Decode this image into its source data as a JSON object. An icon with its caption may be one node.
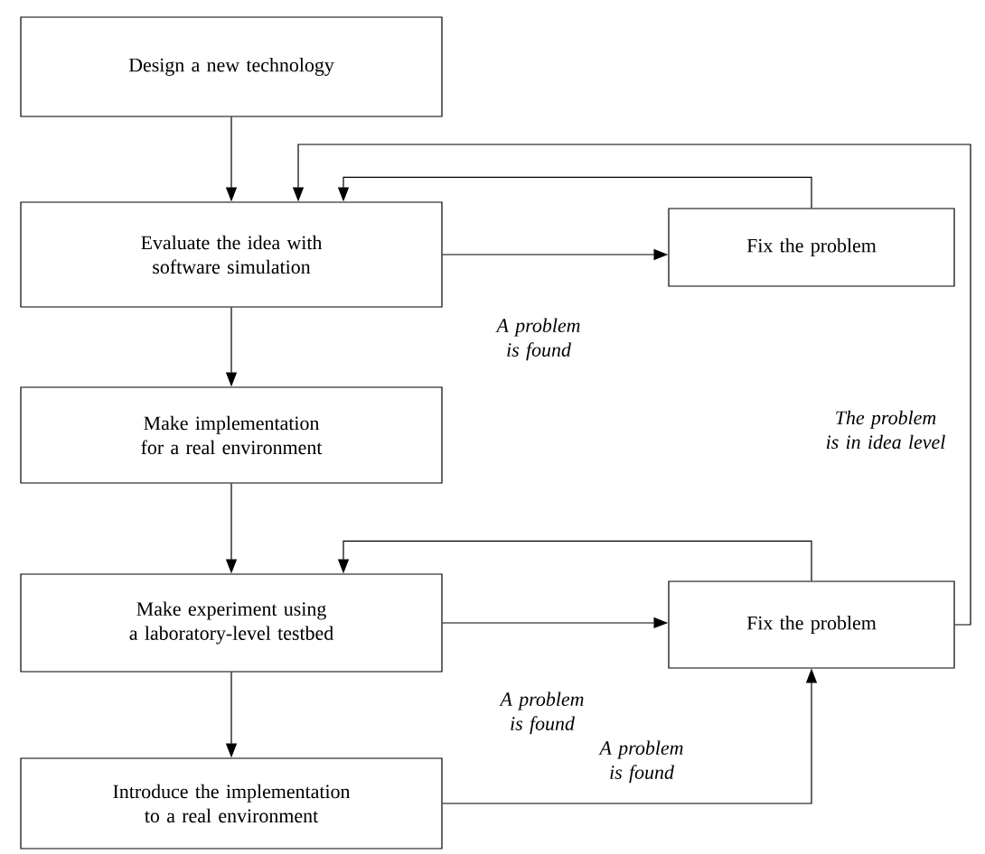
{
  "diagram": {
    "nodes": [
      {
        "text": [
          "Design a new technology"
        ]
      },
      {
        "text": [
          "Evaluate the idea with software simulation"
        ]
      },
      {
        "text": [
          "Make implementation for a real environment"
        ]
      },
      {
        "text": [
          "Make experiment using a laboratory-level testbed"
        ]
      },
      {
        "text": [
          "Introduce the implementation to a real environment"
        ]
      },
      {
        "text": [
          "Fix the problem"
        ]
      },
      {
        "text": [
          "Fix the problem"
        ]
      }
    ],
    "edges": [
      {
        "from": 0,
        "to": 1,
        "arrow": "to"
      },
      {
        "from": 1,
        "to": 2,
        "arrow": "to"
      },
      {
        "from": 2,
        "to": 3,
        "arrow": "to"
      },
      {
        "from": 3,
        "to": 4,
        "arrow": "to"
      },
      {
        "from": 1,
        "to": 5,
        "arrow": "to",
        "label": "A problem is found"
      },
      {
        "from": 5,
        "to": 1,
        "arrow": "to"
      },
      {
        "from": 6,
        "to": 1,
        "arrow": "to",
        "label": "The problem is in idea level"
      },
      {
        "from": 3,
        "to": 6,
        "arrow": "to",
        "label": "A problem is found"
      },
      {
        "from": 6,
        "to": 3,
        "arrow": "to"
      },
      {
        "from": 4,
        "to": 6,
        "arrow": "to",
        "label": "A problem is found"
      }
    ]
  }
}
